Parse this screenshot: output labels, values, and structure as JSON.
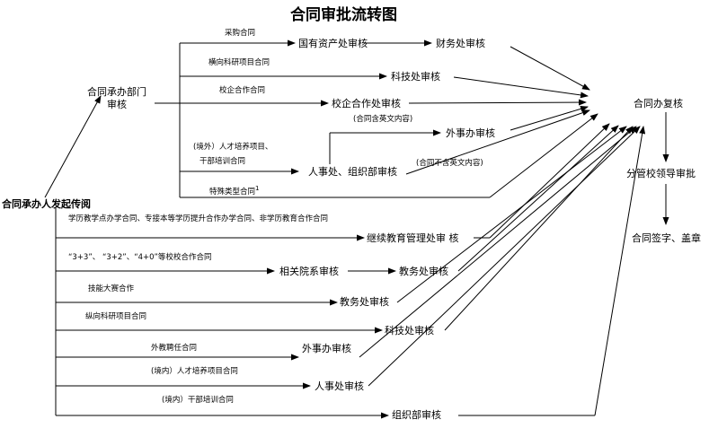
{
  "title": "合同审批流转图",
  "nodes": {
    "initiator": "合同承办人发起传阅",
    "dept_line1": "合同承办部门",
    "dept_line2": "审核",
    "state_asset": "国有资产处审核",
    "finance_1": "财务处审核",
    "sci_tech_1": "科技处审核",
    "coop_office": "校企合作处审核",
    "foreign_1": "外事办审核",
    "hr_org": "人事处、组织部审核",
    "office_review": "合同办复核",
    "leader_approval": "分管校领导审批",
    "sign_seal": "合同签字、盖章",
    "cont_edu": "继续教育管理处审  核",
    "related_dept": "相关院系审核",
    "edu_affairs_1": "教务处审核",
    "edu_affairs_2": "教务处审核",
    "sci_tech_2": "科技处审核",
    "foreign_2": "外事办审核",
    "hr": "人事处审核",
    "org": "组织部审核"
  },
  "labels": {
    "procurement": "采购合同",
    "horizontal_research": "横向科研项目合同",
    "school_enterprise": "校企合作合同",
    "contains_english": "(合同含英文内容)",
    "overseas_talent": "(境外）人才培养项目、",
    "cadre_training": "干部培训合同",
    "no_english": "(合同不含英文内容)",
    "special_type": "特殊类型合同",
    "special_sup": "1",
    "degree_programs": "学历教学点办学合同、专接本等学历提升合作办学合同、非学历教育合作合同",
    "joint_programs": "“3+3”、 “3+2”、“4+0”等校校合作合同",
    "skills_competition": "技能大赛合作",
    "vertical_research": "纵向科研项目合同",
    "foreign_teacher": "外教聘任合同",
    "domestic_talent": "(境内）人才培养项目合同",
    "domestic_cadre": "(境内）干部培训合同"
  }
}
